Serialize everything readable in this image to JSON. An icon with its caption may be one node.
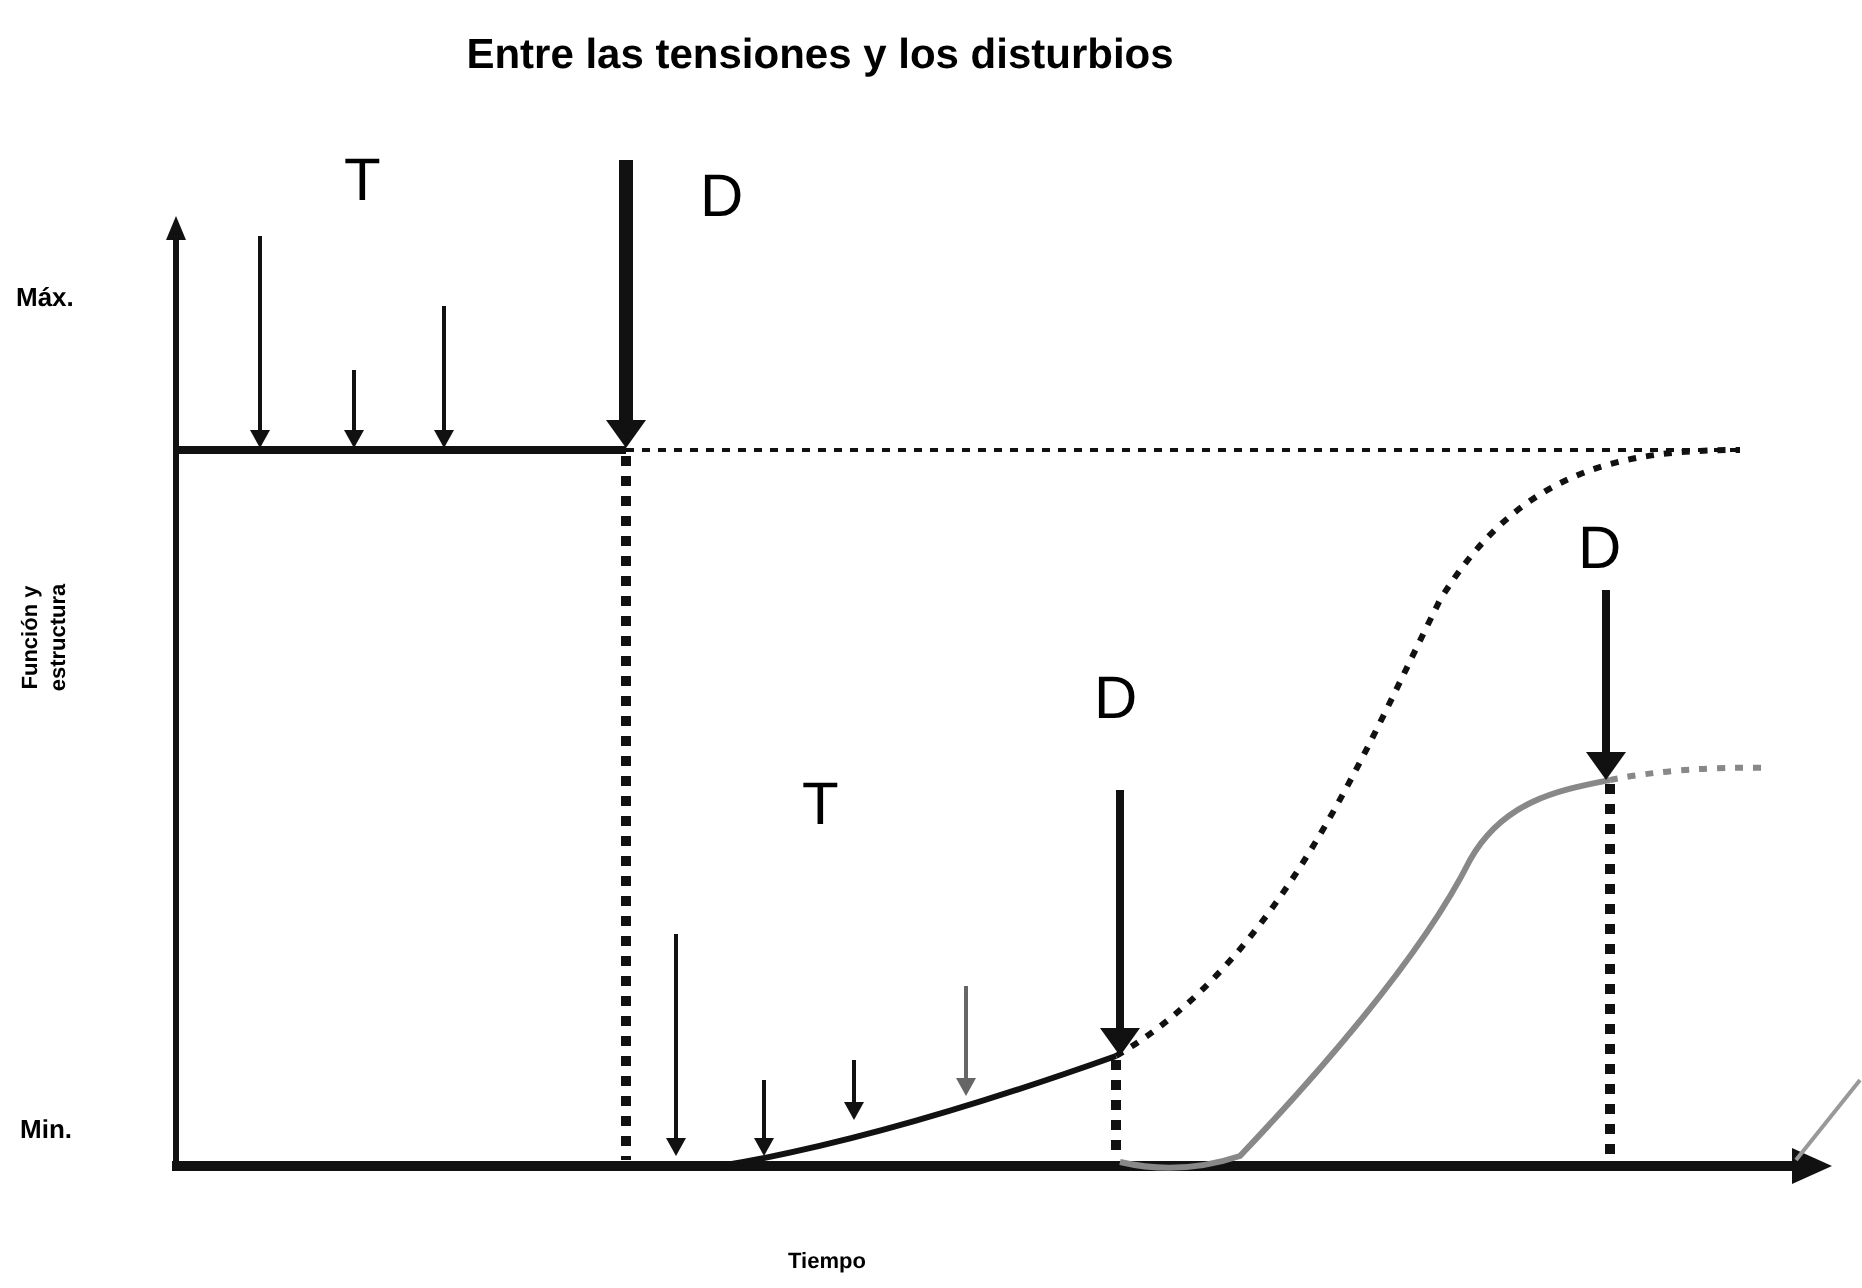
{
  "diagram": {
    "title": "Entre las tensiones y los disturbios",
    "labels": [
      "T",
      "D",
      "Máx.",
      "D",
      "Función y estructura",
      "D",
      "T",
      "Min.",
      "Tiempo"
    ]
  }
}
